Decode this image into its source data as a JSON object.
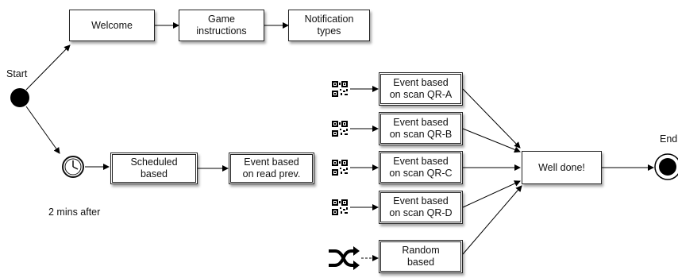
{
  "start": {
    "label": "Start"
  },
  "end": {
    "label": "End"
  },
  "timer": {
    "label": "2 mins after",
    "icon": "clock-icon"
  },
  "intro_flow": {
    "welcome": "Welcome",
    "instructions": "Game\ninstructions",
    "notification_types": "Notification\ntypes"
  },
  "scheduled_flow": {
    "scheduled": "Scheduled\nbased",
    "read_prev": "Event based\non read prev."
  },
  "events": {
    "qr_a": "Event based\non scan QR-A",
    "qr_b": "Event based\non scan QR-B",
    "qr_c": "Event based\non scan QR-C",
    "qr_d": "Event based\non scan QR-D",
    "random": "Random\nbased"
  },
  "well_done": {
    "label": "Well done!"
  },
  "icons": {
    "qr": "qr-code-icon",
    "random": "shuffle-icon"
  }
}
